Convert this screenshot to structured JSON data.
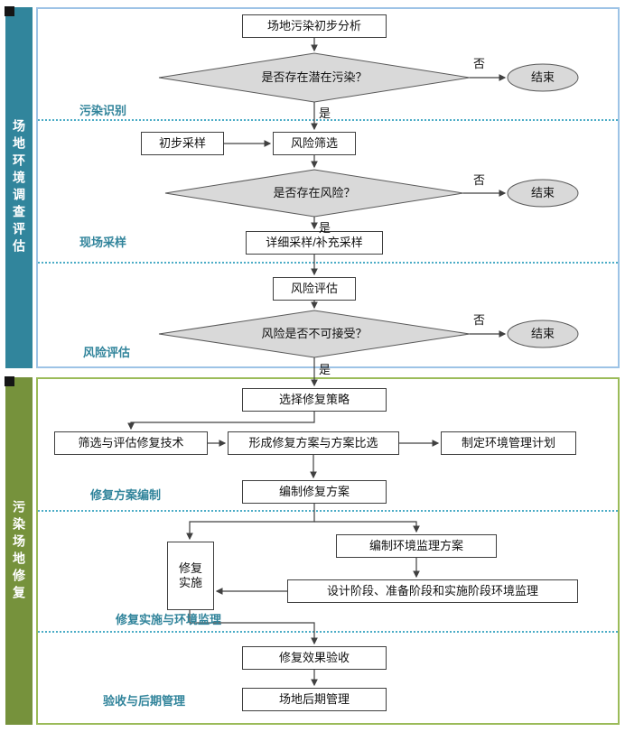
{
  "bands": [
    {
      "label": "场地环境调查评估"
    },
    {
      "label": "污染场地修复"
    }
  ],
  "phases": [
    {
      "label": "污染识别"
    },
    {
      "label": "现场采样"
    },
    {
      "label": "风险评估"
    },
    {
      "label": "修复方案编制"
    },
    {
      "label": "修复实施与环境监理"
    },
    {
      "label": "验收与后期管理"
    }
  ],
  "nodes": {
    "preliminary_analysis": "场地污染初步分析",
    "potential_pollution_q": "是否存在潜在污染？",
    "end": "结束",
    "preliminary_sampling": "初步采样",
    "risk_screening": "风险筛选",
    "risk_exist_q": "是否存在风险？",
    "detailed_sampling": "详细采样/补充采样",
    "risk_assessment": "风险评估",
    "risk_unacceptable_q": "风险是否不可接受？",
    "select_strategy": "选择修复策略",
    "screen_tech": "筛选与评估修复技术",
    "form_plan": "形成修复方案与方案比选",
    "env_mgmt_plan": "制定环境管理计划",
    "compile_plan": "编制修复方案",
    "remediation_impl": "修复\n实施",
    "supervision_plan": "编制环境监理方案",
    "stage_supervision": "设计阶段、准备阶段和实施阶段环境监理",
    "effect_acceptance": "修复效果验收",
    "post_management": "场地后期管理"
  },
  "edge_labels": {
    "yes": "是",
    "no": "否"
  },
  "colors": {
    "band_top": "#31859C",
    "band_bottom": "#76923C",
    "section_top_border": "#9DC3E6",
    "section_bottom_border": "#9BBB59",
    "phase_label": "#31849B",
    "shape_fill": "#D9D9D9",
    "dotted_line": "#4BACC6",
    "connector": "#404040"
  }
}
